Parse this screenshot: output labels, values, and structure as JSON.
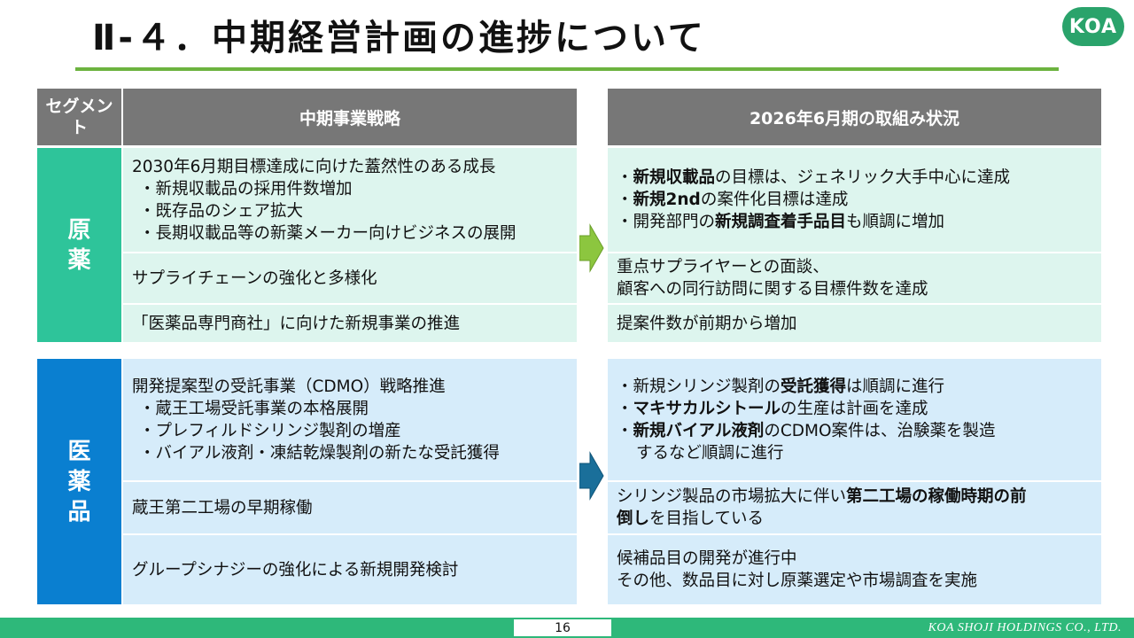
{
  "title": "Ⅱ-４．中期経営計画の進捗について",
  "logo": "KOA",
  "headers": {
    "segment": "セグメント",
    "strategy": "中期事業戦略",
    "status": "2026年6月期の取組み状況"
  },
  "segments": {
    "api": "原薬",
    "pharma": "医薬品"
  },
  "api_rows": {
    "r1_strategy_title": "2030年6月期目標達成に向けた蓋然性のある成長",
    "r1_strategy_items": [
      "・新規収載品の採用件数増加",
      "・既存品のシェア拡大",
      "・長期収載品等の新薬メーカー向けビジネスの展開"
    ],
    "r1_status": [
      {
        "pre": "・",
        "bold": "新規収載品",
        "post": "の目標は、ジェネリック大手中心に達成"
      },
      {
        "pre": "・",
        "bold": "新規2nd",
        "post": "の案件化目標は達成"
      },
      {
        "pre": "・開発部門の",
        "bold": "新規調査着手品目",
        "post": "も順調に増加"
      }
    ],
    "r2_strategy": "サプライチェーンの強化と多様化",
    "r2_status": [
      "重点サプライヤーとの面談、",
      "顧客への同行訪問に関する目標件数を達成"
    ],
    "r3_strategy": "「医薬品専門商社」に向けた新規事業の推進",
    "r3_status": "提案件数が前期から増加"
  },
  "pharma_rows": {
    "r1_strategy_title": "開発提案型の受託事業（CDMO）戦略推進",
    "r1_strategy_items": [
      "・蔵王工場受託事業の本格展開",
      "・プレフィルドシリンジ製剤の増産",
      "・バイアル液剤・凍結乾燥製剤の新たな受託獲得"
    ],
    "r1_status": [
      {
        "pre": "・新規シリンジ製剤の",
        "bold": "受託獲得",
        "post": "は順調に進行"
      },
      {
        "pre": "・",
        "bold": "マキサカルシトール",
        "post": "の生産は計画を達成"
      },
      {
        "pre": "・",
        "bold": "新規バイアル液剤",
        "post": "のCDMO案件は、治験薬を製造"
      }
    ],
    "r1_status_cont": "するなど順調に進行",
    "r2_strategy": "蔵王第二工場の早期稼働",
    "r2_status_pre": "シリンジ製品の市場拡大に伴い",
    "r2_status_bold1": "第二工場の稼働時期の前",
    "r2_status_bold2": "倒し",
    "r2_status_post": "を目指している",
    "r3_strategy": "グループシナジーの強化による新規開発検討",
    "r3_status": [
      "候補品目の開発が進行中",
      "その他、数品目に対し原薬選定や市場調査を実施"
    ]
  },
  "footer": {
    "page": "16",
    "company": "KOA SHOJI HOLDINGS CO., LTD."
  },
  "colors": {
    "api_segment": "#2ec49a",
    "pharma_segment": "#0a7fd0",
    "api_bg": "#ddf5ee",
    "pharma_bg": "#d6ecfa",
    "header": "#777777",
    "arrow_api": "#8cc63f",
    "arrow_pharma": "#1a6f9a",
    "title_rule": "#6cb33f",
    "footer": "#2eb87a"
  }
}
